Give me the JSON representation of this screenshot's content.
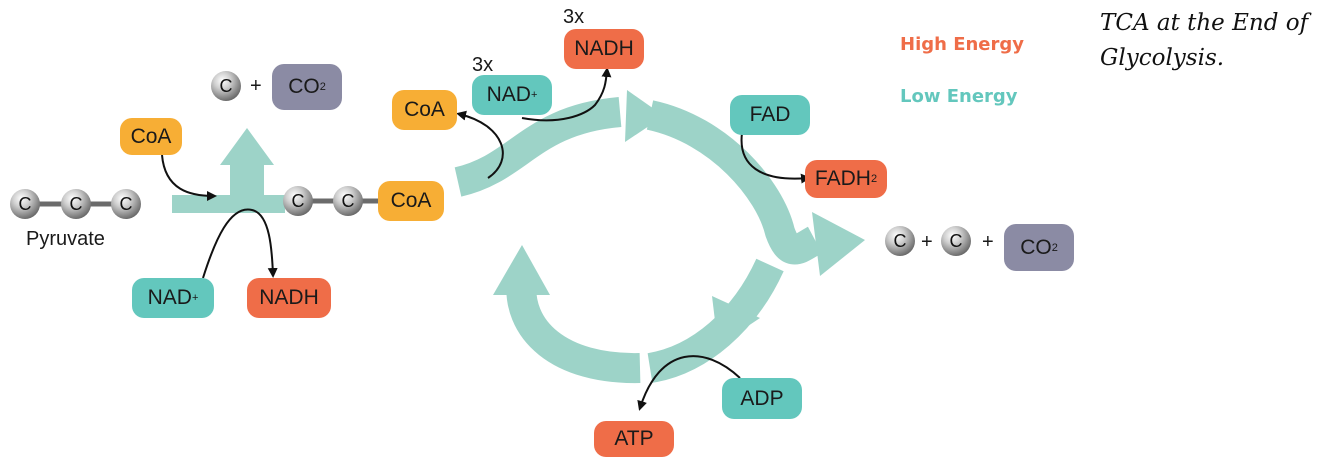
{
  "title": "TCA at the End of Glycolysis.",
  "legend": {
    "high": {
      "label": "High Energy",
      "color": "#ef6d48"
    },
    "low": {
      "label": "Low Energy",
      "color": "#63c7bd"
    }
  },
  "colors": {
    "arrow": "#9dd3c8",
    "coa": "#f7ae35",
    "carbon_atom": "#6b6b6b",
    "co2": "#8b8ba4"
  },
  "atoms": {
    "carbon": "C",
    "plus": "+"
  },
  "pyruvate": {
    "label": "Pyruvate"
  },
  "decarboxylation": {
    "coa_in": "CoA",
    "co2_main": "CO",
    "co2_sub": "2",
    "nad_main": "NAD",
    "nad_sup": "+",
    "nadh": "NADH"
  },
  "acetyl_coa": {
    "coa": "CoA"
  },
  "cycle": {
    "coa_out": "CoA",
    "nad_count": "3x",
    "nad_main": "NAD",
    "nad_sup": "+",
    "nadh_count": "3x",
    "nadh": "NADH",
    "fad": "FAD",
    "fadh2_main": "FADH",
    "fadh2_sub": "2",
    "adp": "ADP",
    "atp": "ATP"
  },
  "products": {
    "co2_main": "CO",
    "co2_sub": "2"
  }
}
